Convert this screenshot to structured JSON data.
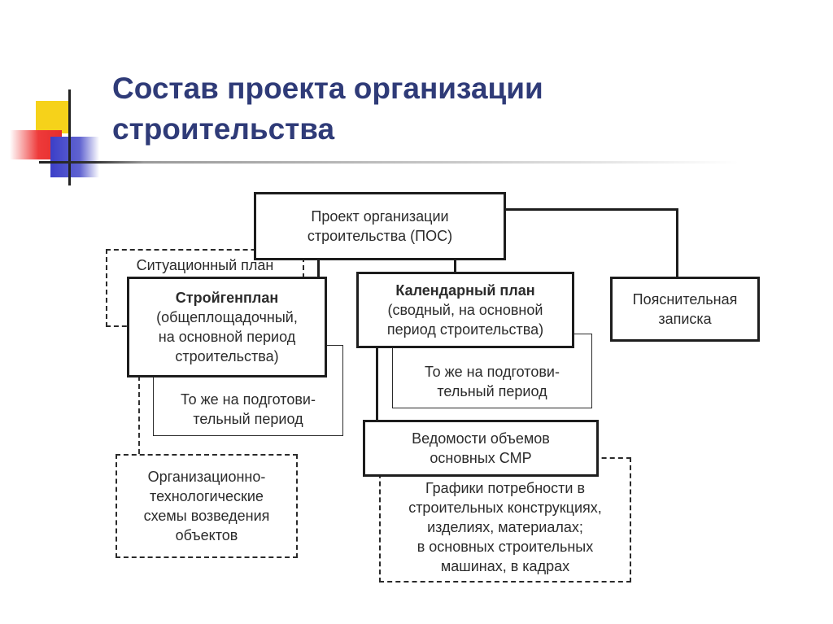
{
  "title": {
    "line1": "Состав проекта организации",
    "line2": "строительства"
  },
  "diagram": {
    "pos": [
      "Проект организации",
      "строительства (ПОС)"
    ],
    "situation_plan": "Ситуационный план",
    "stroygenplan": [
      "Стройгенплан",
      "(общеплощадочный,",
      "на основной период",
      "строительства)"
    ],
    "stroygenplan_prep": [
      "То же на подготови-",
      "тельный период"
    ],
    "calendar_plan": [
      "Календарный план",
      "(сводный, на основной",
      "период строительства)"
    ],
    "calendar_plan_prep": [
      "То же на подготови-",
      "тельный период"
    ],
    "explanatory_note": [
      "Пояснительная",
      "записка"
    ],
    "volumes_statement": [
      "Ведомости объемов",
      "основных СМР"
    ],
    "org_tech_schemes": [
      "Организационно-",
      "технологические",
      "схемы возведения",
      "объектов"
    ],
    "demand_schedules": [
      "Графики потребности в",
      "строительных конструкциях,",
      "изделиях, материалах;",
      "в основных строительных",
      "машинах, в кадрах"
    ]
  }
}
